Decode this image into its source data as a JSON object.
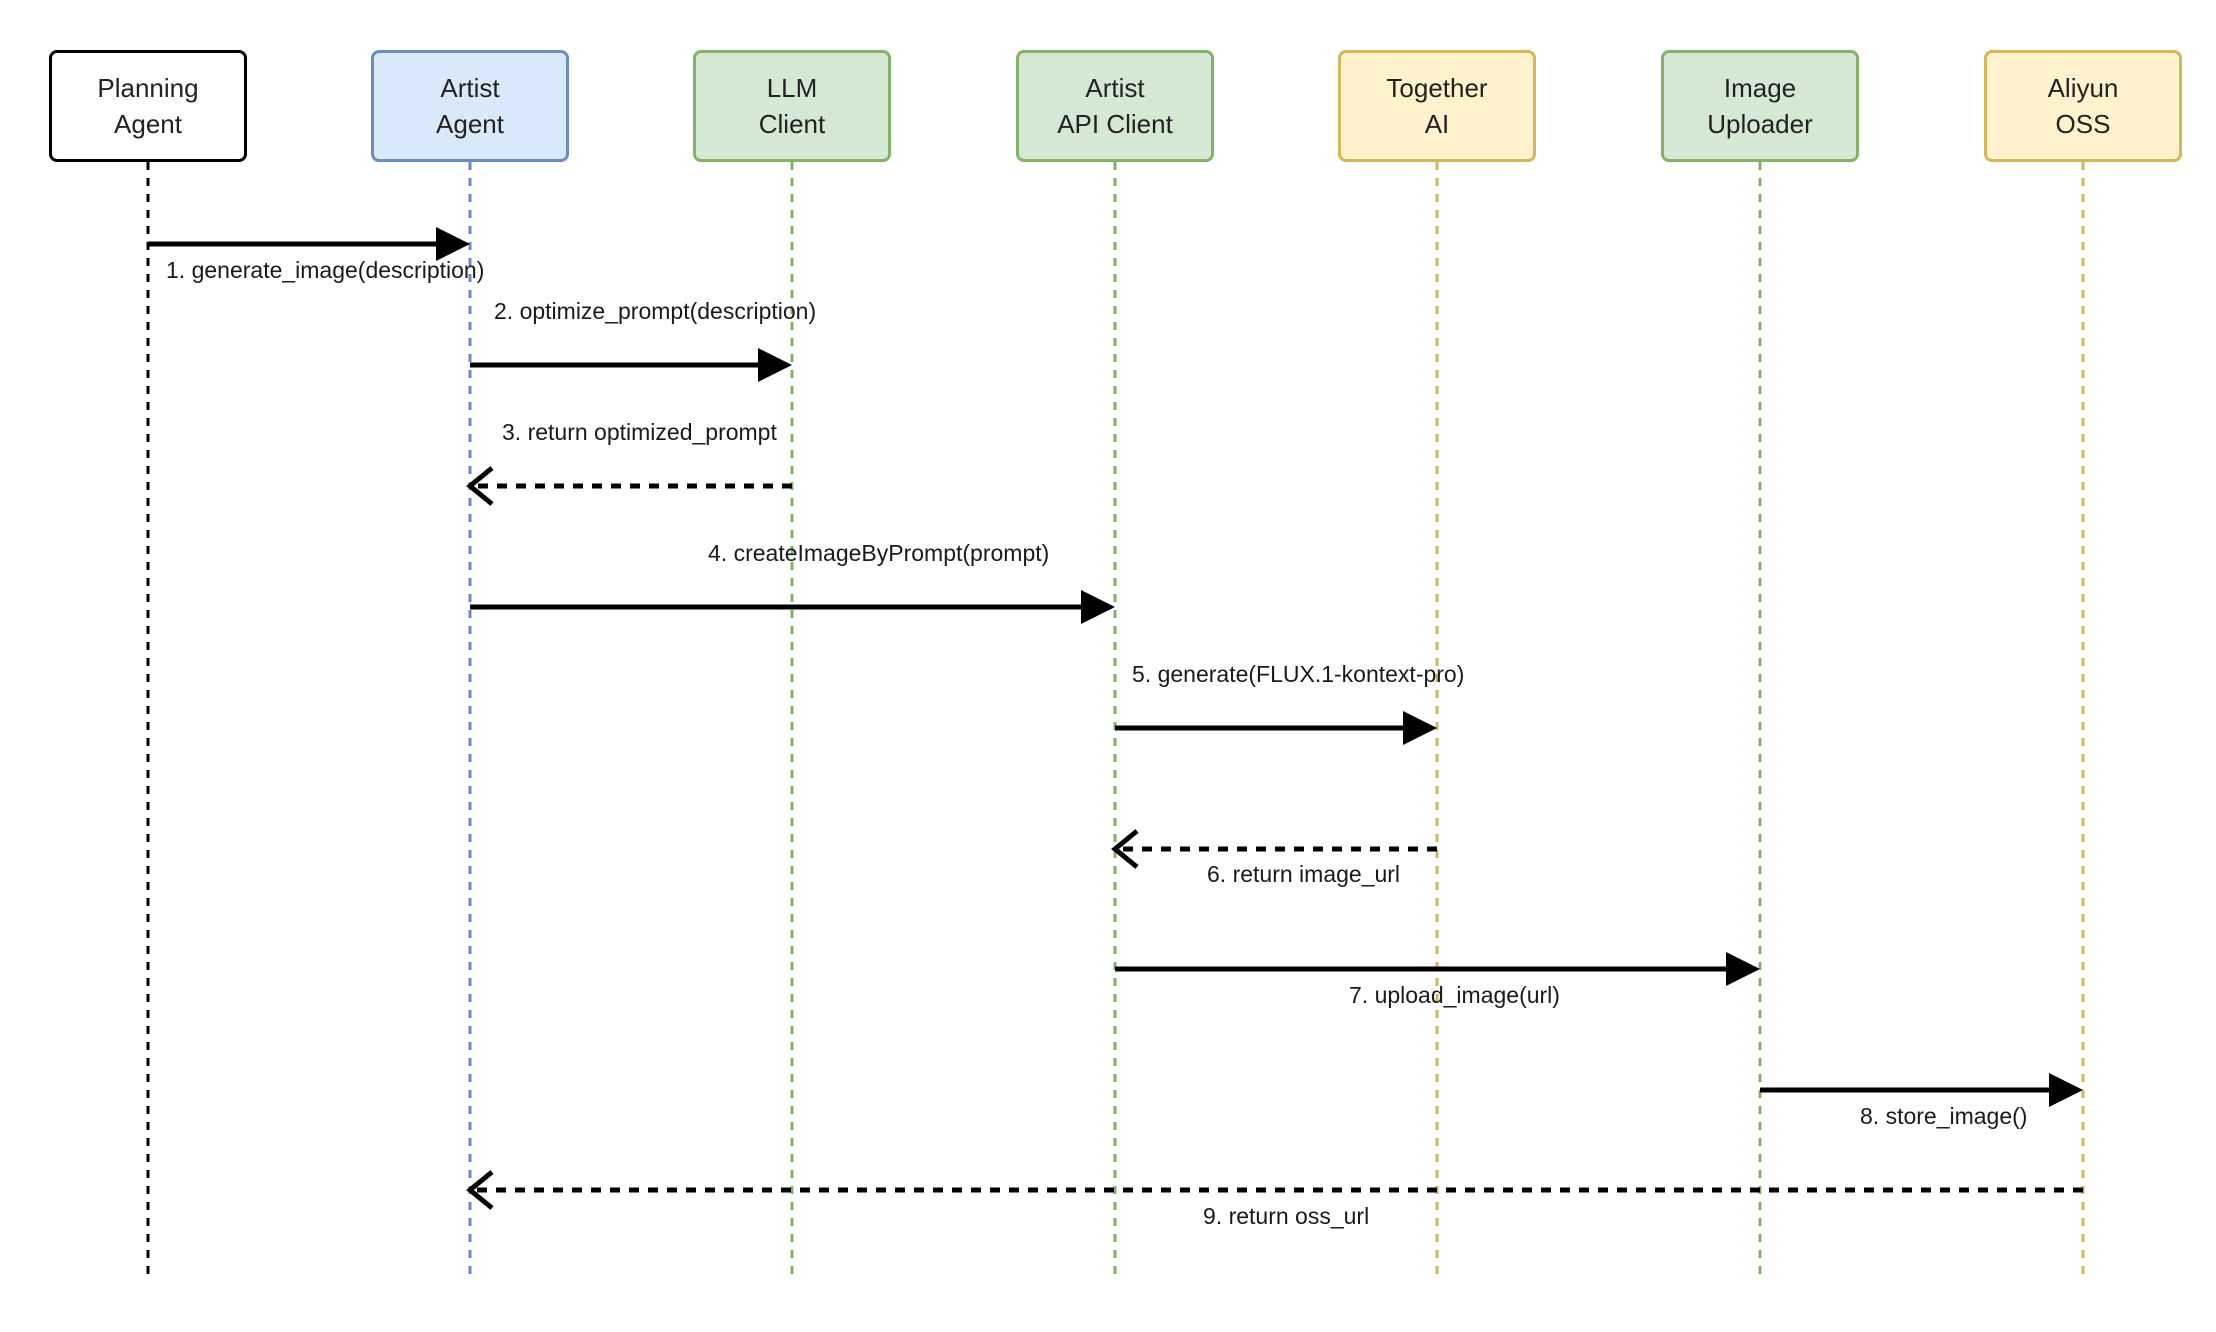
{
  "participants": [
    {
      "label": "Planning\nAgent",
      "fill": "#ffffff",
      "stroke": "#000000"
    },
    {
      "label": "Artist\nAgent",
      "fill": "#dae8fc",
      "stroke": "#6c8ebf"
    },
    {
      "label": "LLM\nClient",
      "fill": "#d5e8d4",
      "stroke": "#82b366"
    },
    {
      "label": "Artist\nAPI Client",
      "fill": "#d5e8d4",
      "stroke": "#82b366"
    },
    {
      "label": "Together\nAI",
      "fill": "#fff2cc",
      "stroke": "#d6b656"
    },
    {
      "label": "Image\nUploader",
      "fill": "#d5e8d4",
      "stroke": "#82b366"
    },
    {
      "label": "Aliyun\nOSS",
      "fill": "#fff2cc",
      "stroke": "#d6b656"
    }
  ],
  "messages": [
    {
      "label": "1. generate_image(description)",
      "from": 0,
      "to": 1,
      "style": "sync"
    },
    {
      "label": "2. optimize_prompt(description)",
      "from": 1,
      "to": 2,
      "style": "sync"
    },
    {
      "label": "3. return optimized_prompt",
      "from": 2,
      "to": 1,
      "style": "return"
    },
    {
      "label": "4. createImageByPrompt(prompt)",
      "from": 1,
      "to": 3,
      "style": "sync"
    },
    {
      "label": "5. generate(FLUX.1-kontext-pro)",
      "from": 3,
      "to": 4,
      "style": "sync"
    },
    {
      "label": "6. return image_url",
      "from": 4,
      "to": 3,
      "style": "return"
    },
    {
      "label": "7. upload_image(url)",
      "from": 3,
      "to": 5,
      "style": "sync"
    },
    {
      "label": "8. store_image()",
      "from": 5,
      "to": 6,
      "style": "sync"
    },
    {
      "label": "9. return oss_url",
      "from": 6,
      "to": 1,
      "style": "return"
    }
  ]
}
